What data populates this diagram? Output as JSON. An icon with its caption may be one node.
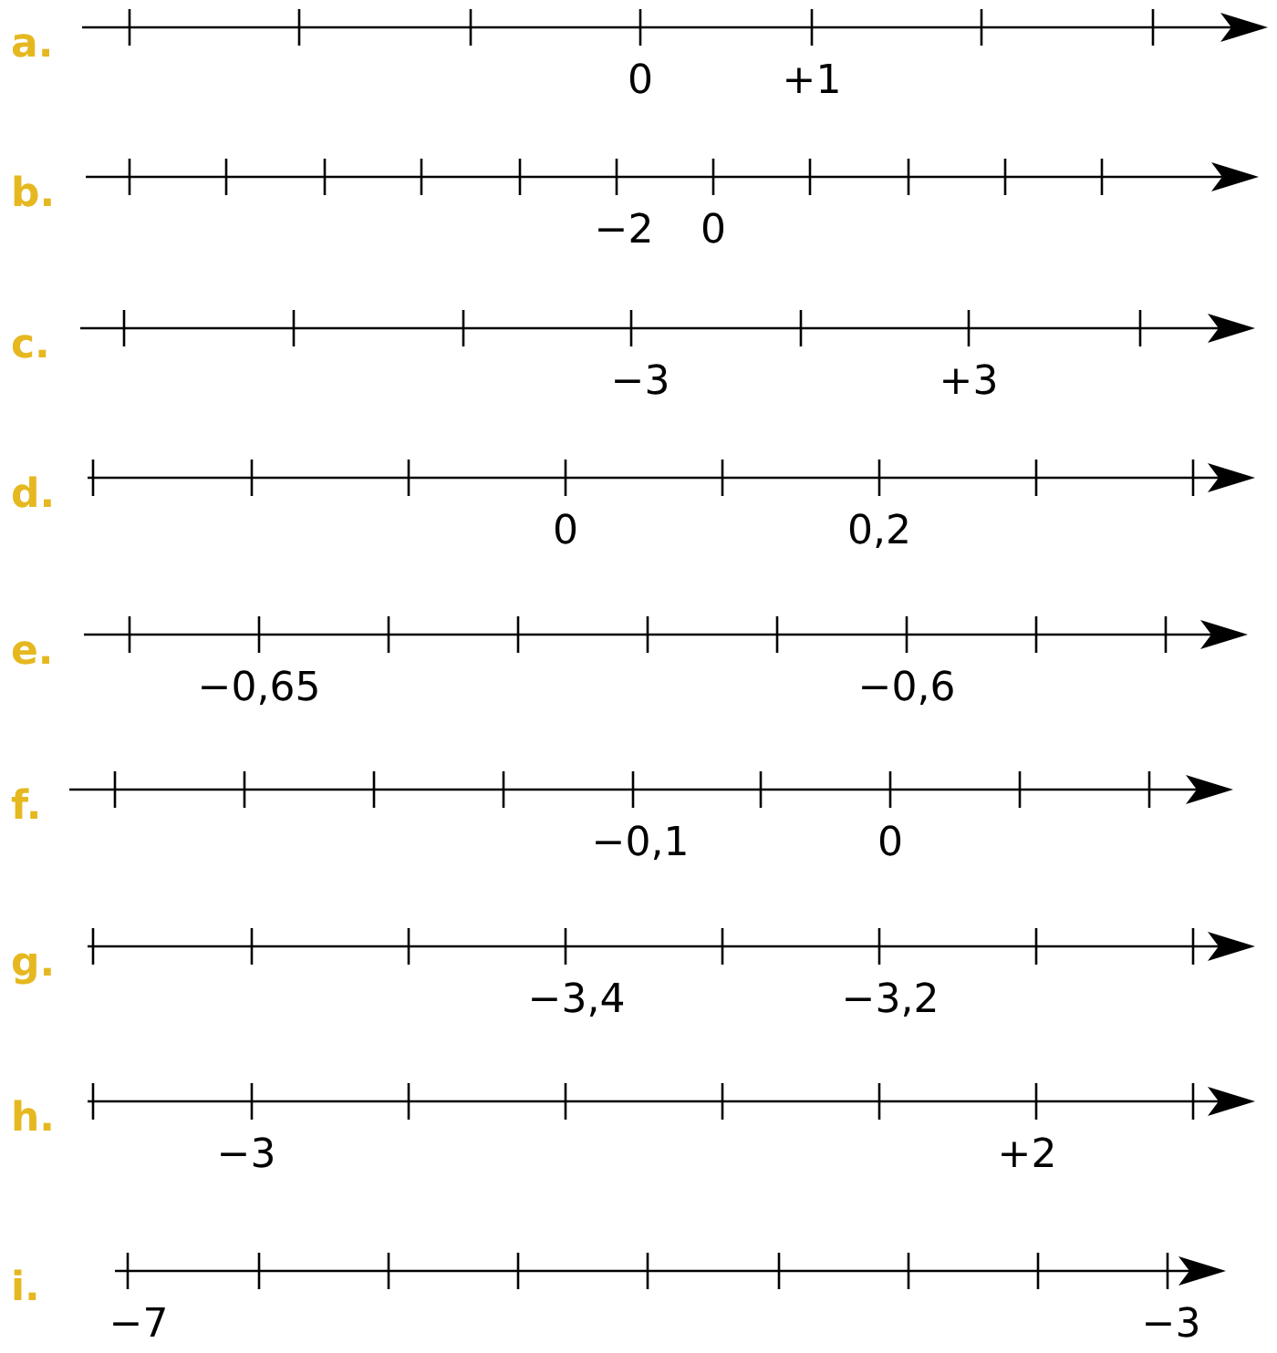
{
  "diagram": {
    "labels": [
      "a.",
      "0",
      "+1",
      "b.",
      "−2",
      "0",
      "c.",
      "−3",
      "+3",
      "d.",
      "0",
      "0,2",
      "e.",
      "−0,65",
      "−0,6",
      "f.",
      "−0,1",
      "0",
      "g.",
      "−3,4",
      "−3,2",
      "h.",
      "−3",
      "+2",
      "i.",
      "−7",
      "−3"
    ]
  }
}
